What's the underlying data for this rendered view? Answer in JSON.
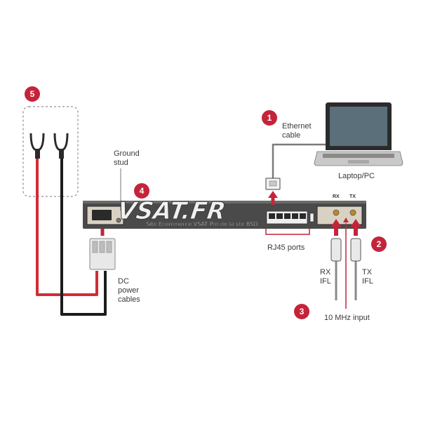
{
  "colors": {
    "accent_red": "#c4243a",
    "cable_red": "#d32a37",
    "cable_black": "#1c1c1c",
    "device_body": "#4a4a4a",
    "panel": "#d9d2c3"
  },
  "callouts": [
    {
      "id": "1",
      "text": "1"
    },
    {
      "id": "2",
      "text": "2"
    },
    {
      "id": "3",
      "text": "3"
    },
    {
      "id": "4",
      "text": "4"
    },
    {
      "id": "5",
      "text": "5"
    }
  ],
  "labels": {
    "ethernet_line1": "Ethernet",
    "ethernet_line2": "cable",
    "laptop": "Laptop/PC",
    "ground_line1": "Ground",
    "ground_line2": "stud",
    "rj45": "RJ45 ports",
    "rx_top": "RX",
    "tx_top": "TX",
    "rx_ifl_line1": "RX",
    "rx_ifl_line2": "IFL",
    "tx_ifl_line1": "TX",
    "tx_ifl_line2": "IFL",
    "dc_line1": "DC",
    "dc_line2": "power",
    "dc_line3": "cables",
    "ten_mhz": "10 MHz input"
  },
  "watermark": {
    "brand": "VSAT.FR",
    "tagline": "Site Ecommerce VSAT Pro de la sté BSD"
  }
}
